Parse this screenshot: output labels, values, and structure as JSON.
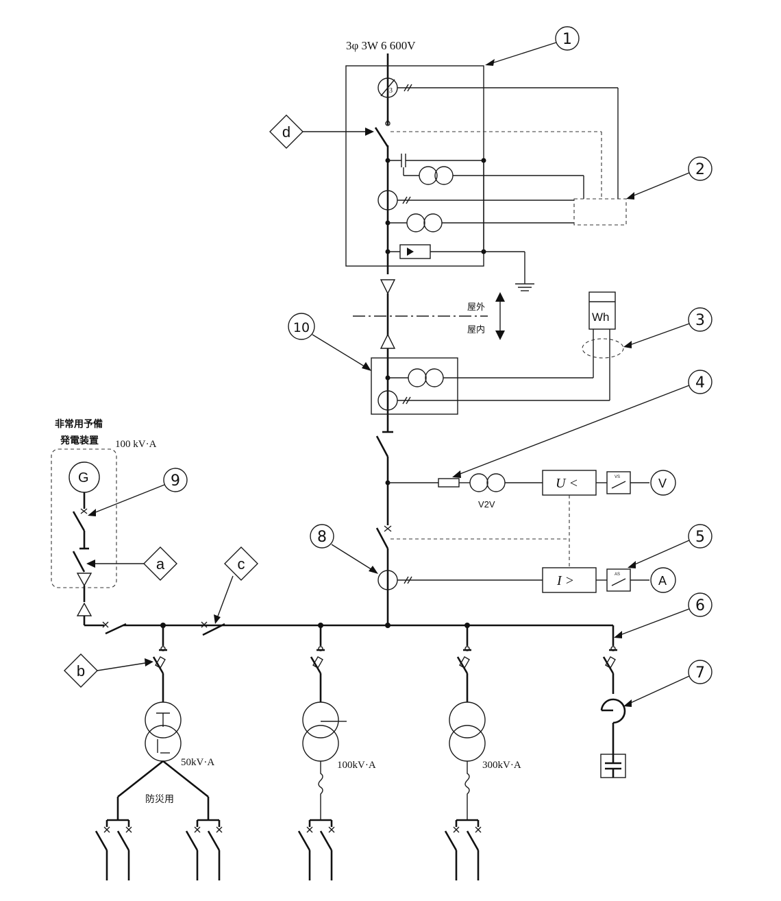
{
  "supply_label": "3φ 3W  6 600V",
  "markers": {
    "m1": "1",
    "m2": "2",
    "m3": "3",
    "m4": "4",
    "m5": "5",
    "m6": "6",
    "m7": "7",
    "m8": "8",
    "m9": "9",
    "m10": "10"
  },
  "letters": {
    "a": "a",
    "b": "b",
    "c": "c",
    "d": "d"
  },
  "outdoor_label": "屋外",
  "indoor_label": "屋内",
  "wh_label": "Wh",
  "v2v_label": "V2V",
  "uv_relay_label": "U <",
  "oc_relay_label": "I >",
  "vs_label": "VS",
  "as_label": "AS",
  "voltmeter_label": "V",
  "ammeter_label": "A",
  "generator": {
    "title_line1": "非常用予備",
    "title_line2": "発電装置",
    "rating": "100 kV·A",
    "symbol": "G"
  },
  "ct3_label": "3",
  "transformers": {
    "t1_rating": "50kV·A",
    "t2_rating": "100kV·A",
    "t3_rating": "300kV·A"
  },
  "bousai_label": "防災用"
}
